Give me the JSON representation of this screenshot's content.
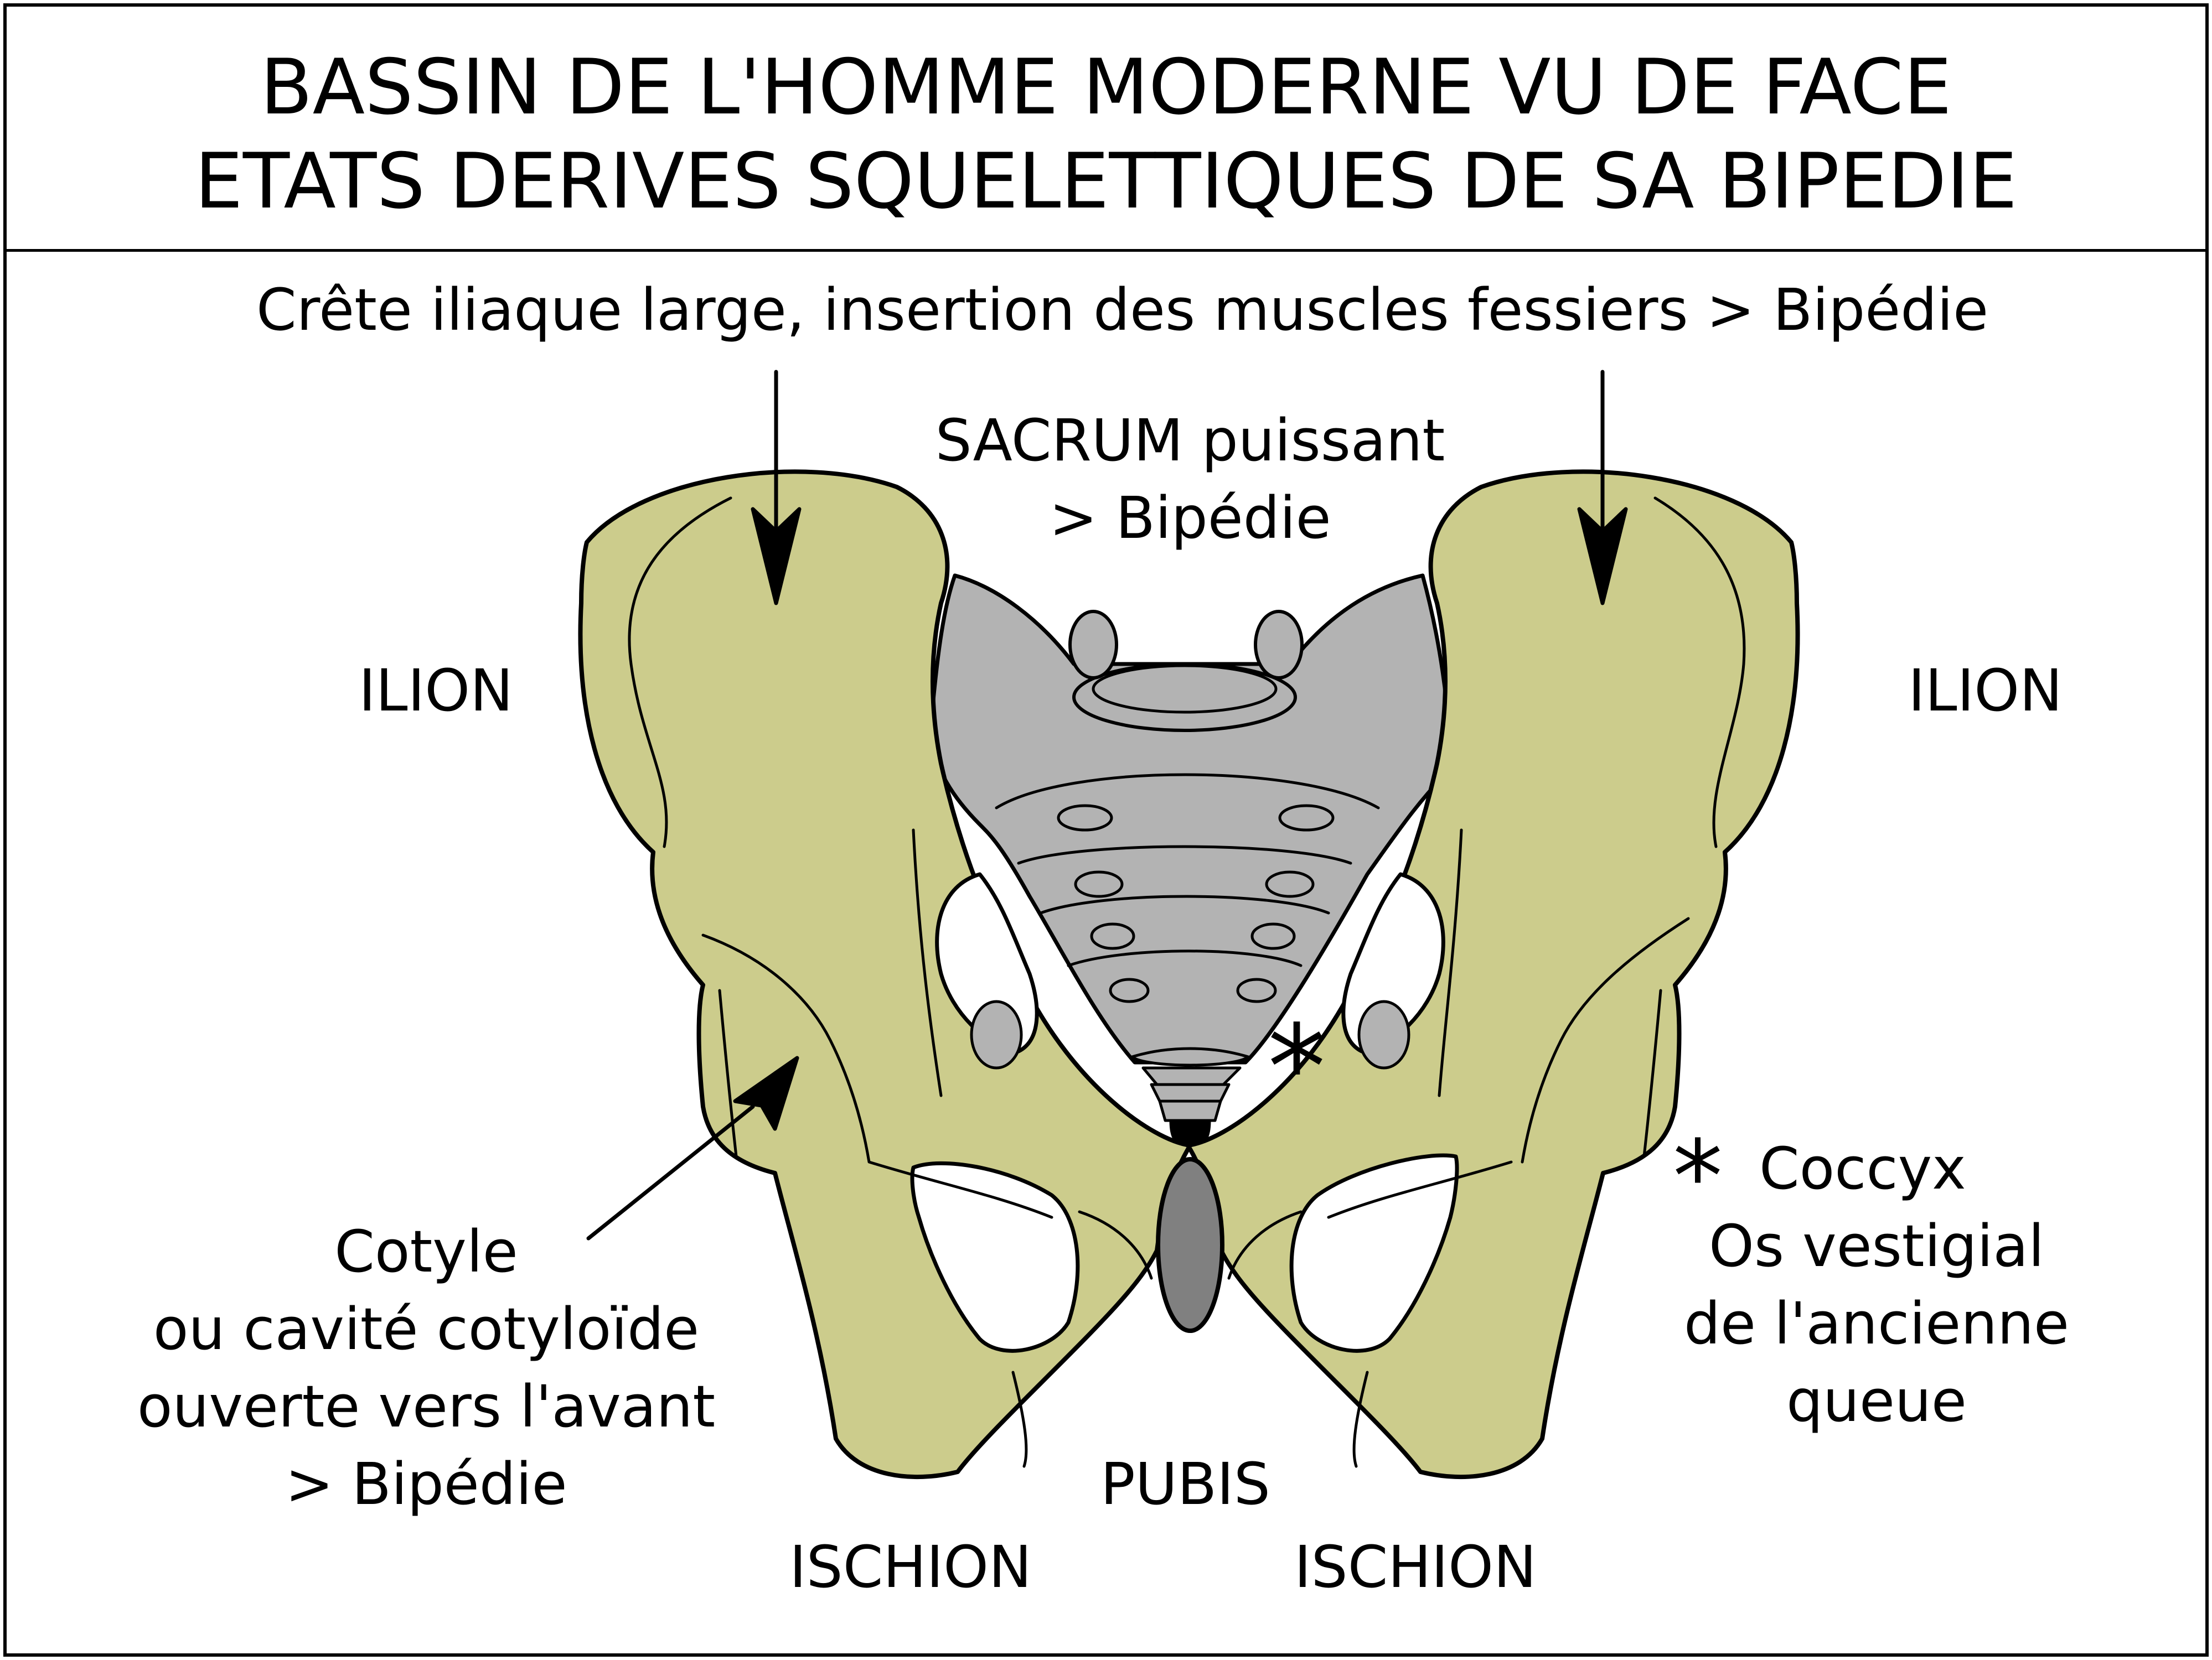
{
  "title": {
    "line1": "BASSIN DE L'HOMME MODERNE VU DE FACE",
    "line2": "ETATS DERIVES SQUELETTIQUES DE SA BIPEDIE"
  },
  "labels": {
    "iliac_crest": "Crête iliaque large, insertion des muscles fessiers > Bipédie",
    "sacrum_line1": "SACRUM puissant",
    "sacrum_line2": "> Bipédie",
    "ilion_left": "ILION",
    "ilion_right": "ILION",
    "cotyle_line1": "Cotyle",
    "cotyle_line2": "ou cavité cotyloïde",
    "cotyle_line3": "ouverte vers l'avant",
    "cotyle_line4": "> Bipédie",
    "coccyx_marker": "*",
    "coccyx_line1": "Coccyx",
    "coccyx_line2": "Os vestigial",
    "coccyx_line3": "de l'ancienne",
    "coccyx_line4": "queue",
    "pubis": "PUBIS",
    "ischion_left": "ISCHION",
    "ischion_right": "ISCHION"
  },
  "colors": {
    "hip_bone": "#cccc8c",
    "sacrum": "#b3b3b3",
    "pubic_symphysis": "#808080",
    "outline": "#000000"
  }
}
